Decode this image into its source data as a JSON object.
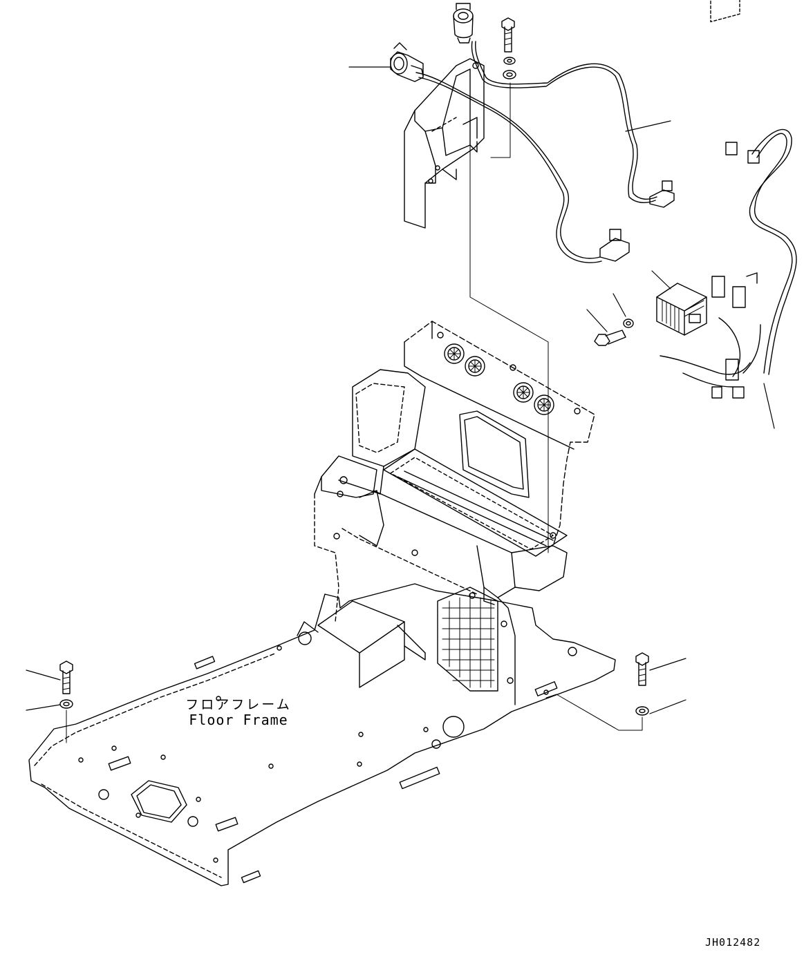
{
  "labels": {
    "part_name_jp": "フロアフレーム",
    "part_name_en": "Floor Frame",
    "drawing_number": "JH012482"
  },
  "colors": {
    "line": "#000000",
    "background": "#ffffff"
  },
  "icons": [
    "socket-icon",
    "bolt-icon",
    "washer-icon",
    "connector-icon",
    "relay-icon",
    "fan-icon"
  ]
}
